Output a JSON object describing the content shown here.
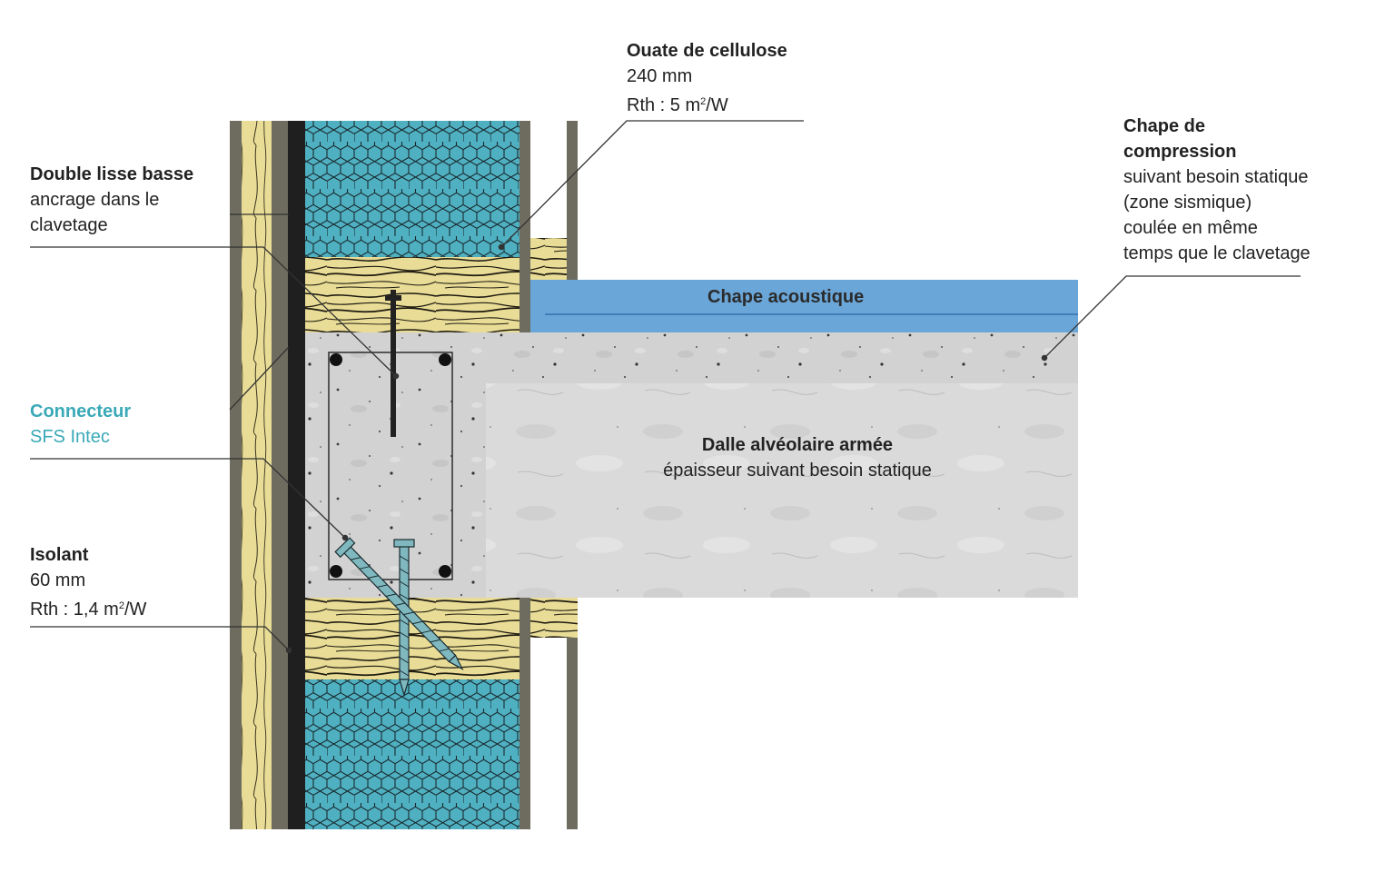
{
  "labels": {
    "cellulose": {
      "title": "Ouate de cellulose",
      "line1": "240 mm",
      "line2_prefix": "Rth : 5 m",
      "line2_sup": "2",
      "line2_suffix": "/W"
    },
    "double_lisse": {
      "title": "Double lisse basse",
      "line1": "ancrage dans le",
      "line2": "clavetage"
    },
    "connecteur": {
      "title": "Connecteur",
      "line1": "SFS Intec"
    },
    "isolant": {
      "title": "Isolant",
      "line1": "60 mm",
      "line2_prefix": "Rth : 1,4 m",
      "line2_sup": "2",
      "line2_suffix": "/W"
    },
    "chape_compression": {
      "title1": "Chape de",
      "title2": "compression",
      "line1": "suivant besoin statique",
      "line2": "(zone sismique)",
      "line3": "coulée en même",
      "line4": "temps que le clavetage"
    },
    "chape_acoustique": {
      "title": "Chape acoustique"
    },
    "dalle": {
      "title": "Dalle alvéolaire armée",
      "line1": "épaisseur suivant besoin statique"
    }
  },
  "colors": {
    "wood": "#e8dc96",
    "wood_grain": "#1e1a10",
    "insulation": "#4fb0c1",
    "membrane": "#1f1f1f",
    "panel": "#6e6c5e",
    "concrete": "#d4d4d4",
    "acoustic": "#6aa6d8",
    "connector_text": "#3aa9b8",
    "screw": "#7fb8bf"
  }
}
